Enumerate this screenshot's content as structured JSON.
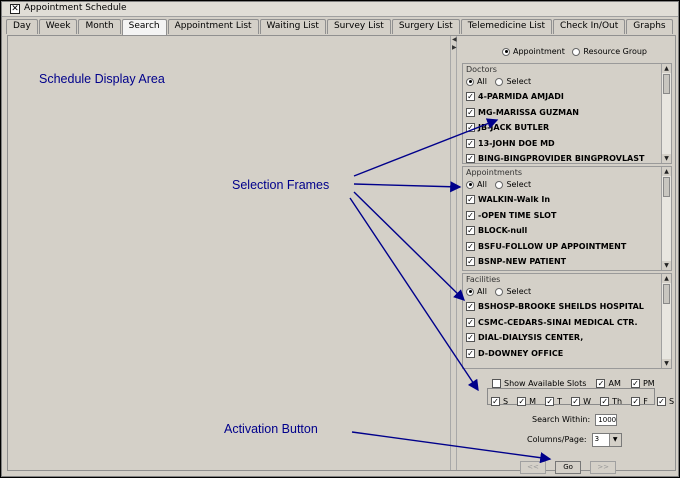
{
  "window": {
    "title": "Appointment Schedule"
  },
  "tabs": [
    {
      "label": "Day",
      "active": false
    },
    {
      "label": "Week",
      "active": false
    },
    {
      "label": "Month",
      "active": false
    },
    {
      "label": "Search",
      "active": true
    },
    {
      "label": "Appointment List",
      "active": false
    },
    {
      "label": "Waiting List",
      "active": false
    },
    {
      "label": "Survey List",
      "active": false
    },
    {
      "label": "Surgery List",
      "active": false
    },
    {
      "label": "Telemedicine List",
      "active": false
    },
    {
      "label": "Check In/Out",
      "active": false
    },
    {
      "label": "Graphs",
      "active": false
    }
  ],
  "annotations": {
    "schedule_display_area": "Schedule Display Area",
    "selection_frames": "Selection Frames",
    "activation_button": "Activation Button",
    "color": "#00008b"
  },
  "mode": {
    "appointment": "Appointment",
    "resource_group": "Resource Group",
    "selected": "appointment"
  },
  "frames": [
    {
      "title": "Doctors",
      "all_label": "All",
      "select_label": "Select",
      "items": [
        "4-PARMIDA AMJADI",
        "MG-MARISSA GUZMAN",
        "JB-JACK BUTLER",
        "13-JOHN DOE MD",
        "BING-BINGPROVIDER BINGPROVLAST"
      ]
    },
    {
      "title": "Appointments",
      "all_label": "All",
      "select_label": "Select",
      "items": [
        "WALKIN-Walk In",
        "-OPEN TIME SLOT",
        "BLOCK-null",
        "BSFU-FOLLOW UP APPOINTMENT",
        "BSNP-NEW PATIENT"
      ]
    },
    {
      "title": "Facilities",
      "all_label": "All",
      "select_label": "Select",
      "items": [
        "BSHOSP-BROOKE SHEILDS HOSPITAL",
        "CSMC-CEDARS-SINAI MEDICAL CTR.",
        "DIAL-DIALYSIS CENTER,",
        "D-DOWNEY OFFICE"
      ]
    }
  ],
  "options": {
    "show_available_slots": "Show Available Slots",
    "am": "AM",
    "pm": "PM",
    "days": [
      "S",
      "M",
      "T",
      "W",
      "Th",
      "F",
      "S"
    ],
    "search_within_label": "Search Within:",
    "search_within_value": "1000",
    "columns_label": "Columns/Page:",
    "columns_value": "3"
  },
  "nav": {
    "prev": "<<",
    "go": "Go",
    "next": ">>"
  }
}
